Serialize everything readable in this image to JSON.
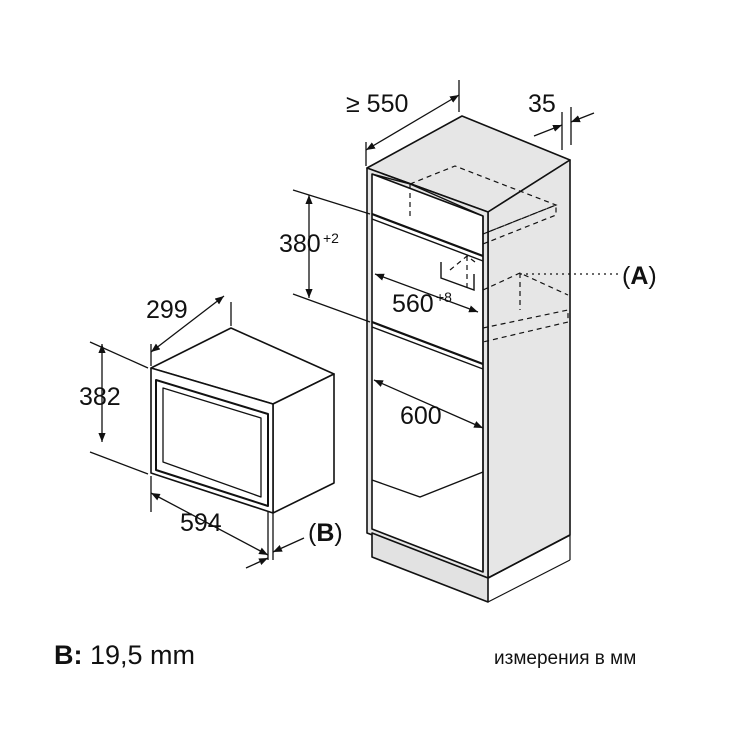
{
  "dims": {
    "depth_min": "≥ 550",
    "gap": "35",
    "niche_h": "380",
    "niche_h_tol": "+2",
    "niche_w": "560",
    "niche_w_tol": "+8",
    "cab_w": "600",
    "oven_d": "299",
    "oven_h": "382",
    "oven_w": "594"
  },
  "callouts": {
    "a_open": "(",
    "a_letter": "A",
    "a_close": ")",
    "b_open": "(",
    "b_letter": "B",
    "b_close": ")"
  },
  "footer": {
    "b_key": "B:",
    "b_value": " 19,5 mm",
    "units": "измерения в мм"
  },
  "colors": {
    "line": "#111111",
    "cabinet_shade": "#e6e6e6",
    "plinth_shade": "#e2e2e2"
  }
}
